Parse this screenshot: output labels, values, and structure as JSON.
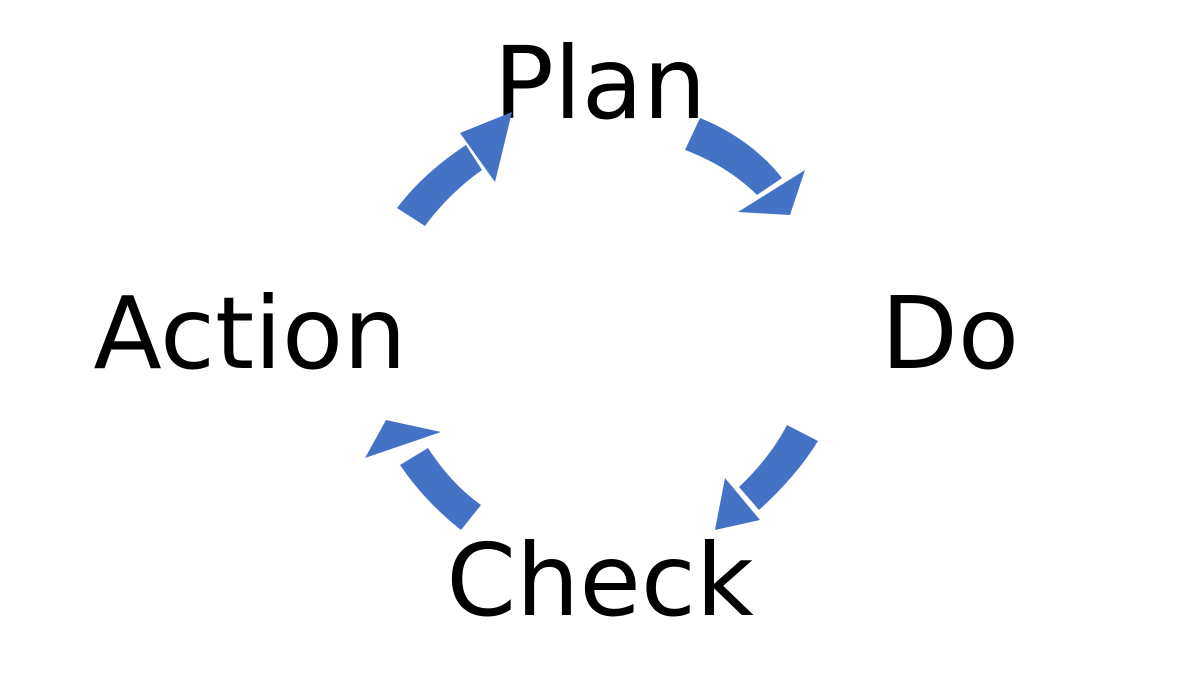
{
  "stages": [
    {
      "id": "plan",
      "label": "Plan"
    },
    {
      "id": "do",
      "label": "Do"
    },
    {
      "id": "check",
      "label": "Check"
    },
    {
      "id": "action",
      "label": "Action"
    }
  ],
  "arrows": [
    {
      "from": "plan",
      "to": "do",
      "icon": "curved-arrow-icon"
    },
    {
      "from": "do",
      "to": "check",
      "icon": "curved-arrow-icon"
    },
    {
      "from": "check",
      "to": "action",
      "icon": "curved-arrow-icon"
    },
    {
      "from": "action",
      "to": "plan",
      "icon": "curved-arrow-icon"
    }
  ],
  "colors": {
    "arrow": "#4472C4",
    "text": "#000000",
    "background": "#FFFFFF"
  }
}
